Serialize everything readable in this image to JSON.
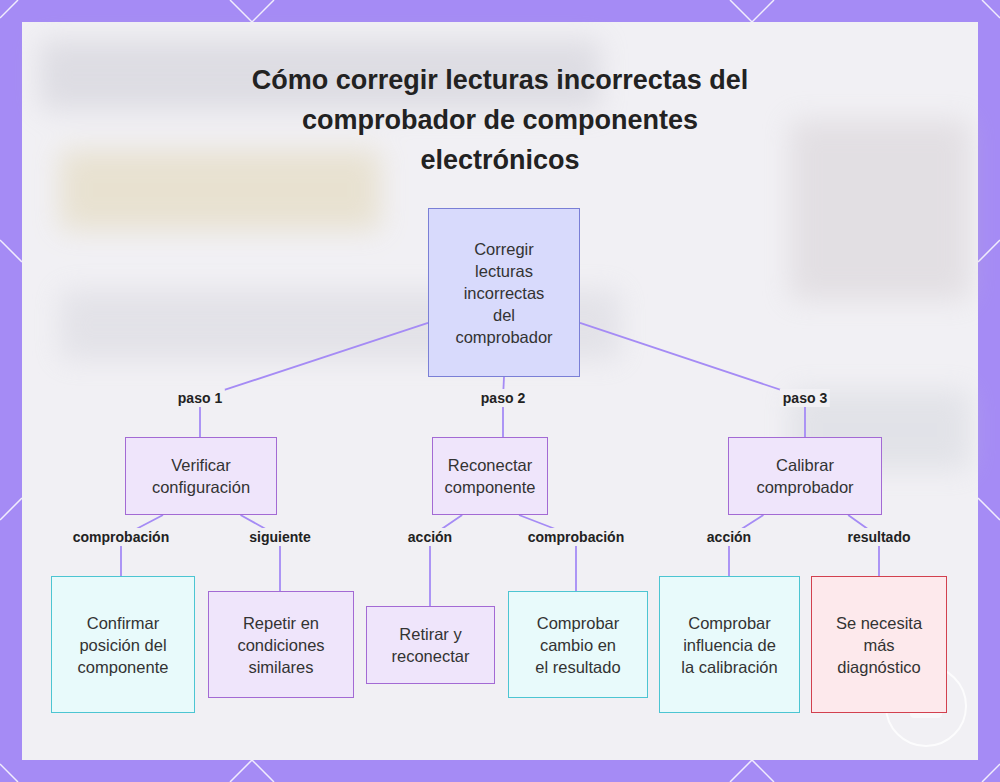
{
  "diagram": {
    "title": "Cómo corregir lecturas incorrectas del comprobador de componentes electrónicos",
    "nodes": [
      {
        "text": [
          "Corregir lecturas incorrectas del comprobador"
        ]
      },
      {
        "text": [
          "Verificar configuración"
        ]
      },
      {
        "text": [
          "Reconectar componente"
        ]
      },
      {
        "text": [
          "Calibrar comprobador"
        ]
      },
      {
        "text": [
          "Confirmar posición del componente"
        ]
      },
      {
        "text": [
          "Repetir en condiciones similares"
        ]
      },
      {
        "text": [
          "Retirar y reconectar"
        ]
      },
      {
        "text": [
          "Comprobar cambio en el resultado"
        ]
      },
      {
        "text": [
          "Comprobar influencia de la calibración"
        ]
      },
      {
        "text": [
          "Se necesita más diagnóstico"
        ]
      }
    ],
    "edges": [
      {
        "from": 0,
        "to": 1,
        "label": "paso 1",
        "arrow": "none"
      },
      {
        "from": 0,
        "to": 2,
        "label": "paso 2",
        "arrow": "none"
      },
      {
        "from": 0,
        "to": 3,
        "label": "paso 3",
        "arrow": "none"
      },
      {
        "from": 1,
        "to": 4,
        "label": "comprobación",
        "arrow": "none"
      },
      {
        "from": 1,
        "to": 5,
        "label": "siguiente",
        "arrow": "none"
      },
      {
        "from": 2,
        "to": 6,
        "label": "acción",
        "arrow": "none"
      },
      {
        "from": 2,
        "to": 7,
        "label": "comprobación",
        "arrow": "none"
      },
      {
        "from": 3,
        "to": 8,
        "label": "acción",
        "arrow": "none"
      },
      {
        "from": 3,
        "to": 9,
        "label": "resultado",
        "arrow": "none"
      }
    ]
  }
}
